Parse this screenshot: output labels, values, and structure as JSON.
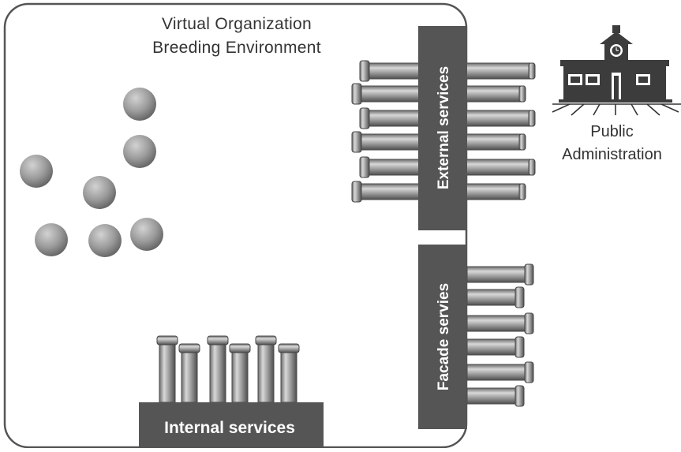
{
  "diagram": {
    "environment_title_line1": "Virtual Organization",
    "environment_title_line2": "Breeding Environment",
    "admin_label_line1": "Public",
    "admin_label_line2": "Administration",
    "external_services_label": "External services",
    "facade_services_label": "Facade servies",
    "internal_services_label": "Internal services"
  },
  "colors": {
    "border": "#555555",
    "bar": "#555555",
    "pipe_light": "#d4d4d4",
    "pipe_dark": "#5a5a5a",
    "node_light": "#c8c8c8",
    "node_dark": "#606060"
  }
}
